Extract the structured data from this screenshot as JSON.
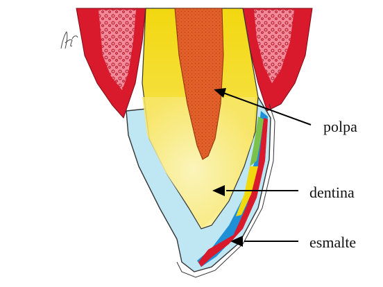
{
  "labels": {
    "polpa": "polpa",
    "dentina": "dentina",
    "esmalte": "esmalte"
  },
  "colors": {
    "gum": "#d9192c",
    "gum_inner": "#f28a9a",
    "bone_texture": "#b01525",
    "dentin": "#f2d80f",
    "dentin_light": "#fbf0a0",
    "pulp": "#e2602a",
    "pulp_dots": "#b93e14",
    "cementum_blue": "#bfe6f3",
    "enamel_blue": "#1f8fd6",
    "enamel_green": "#7cc24a",
    "outline": "#333333",
    "background": "#ffffff"
  }
}
